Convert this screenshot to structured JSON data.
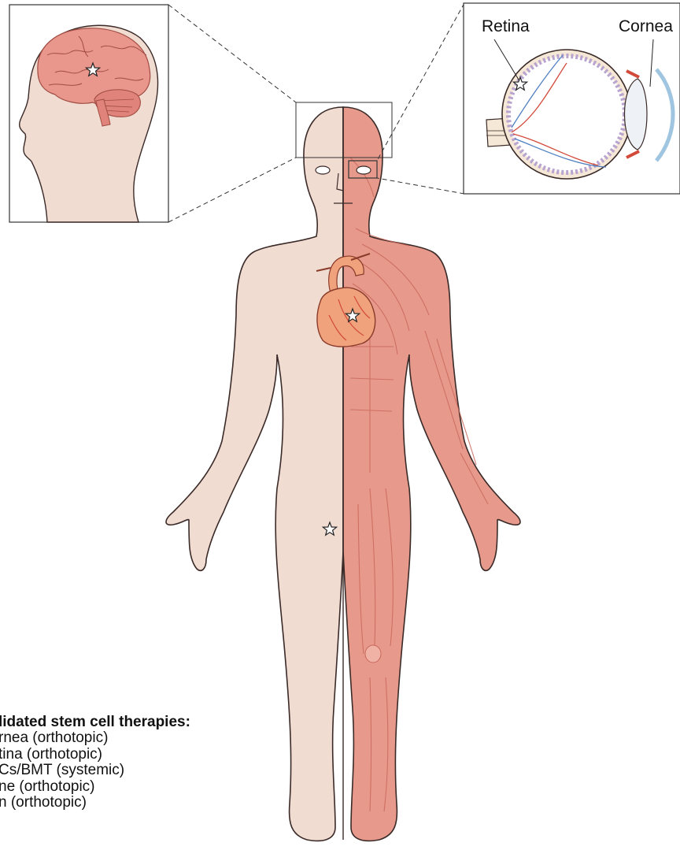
{
  "callouts": {
    "retina": "Retina",
    "cornea": "Cornea"
  },
  "legend": {
    "title": "lidated stem cell therapies:",
    "items": [
      "rnea (orthotopic)",
      "tina (orthotopic)",
      "Cs/BMT (systemic)",
      "ne (orthotopic)",
      "n (orthotopic)"
    ]
  },
  "colors": {
    "skin": "#f1dcd2",
    "outline": "#3a2a28",
    "muscle": "#e79a8c",
    "muscle_dark": "#c9685b",
    "brain": "#e9968d",
    "heart": "#f0a27c",
    "vessel_red": "#d24a3a",
    "vessel_blue": "#4f7fc0",
    "sclera": "#f6e8d6"
  },
  "icons": [
    "star-marker-icon"
  ]
}
